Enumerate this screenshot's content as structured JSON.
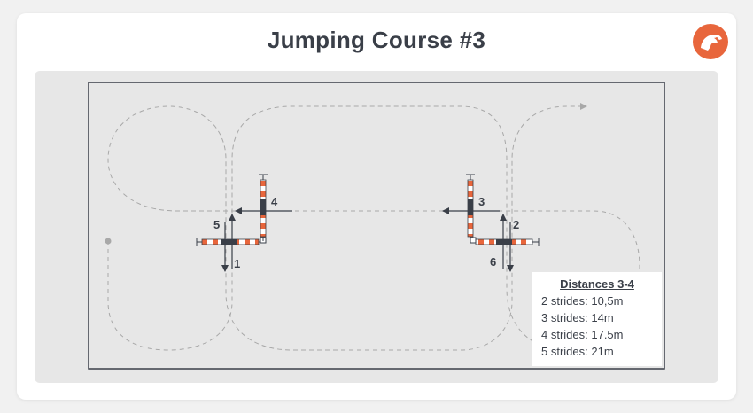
{
  "header": {
    "title": "Jumping Course #3",
    "logo_icon": "horse-head-logo-icon"
  },
  "arena": {
    "jump_labels": [
      "1",
      "2",
      "3",
      "4",
      "5",
      "6"
    ]
  },
  "legend": {
    "title": "Distances 3-4",
    "rows": [
      "2 strides: 10,5m",
      "3 strides: 14m",
      "4 strides: 17.5m",
      "5 strides: 21m"
    ]
  },
  "colors": {
    "accent": "#e8663c",
    "pole_red": "#e8663c",
    "pole_dark": "#3a3f48",
    "route": "#a8a8a8"
  }
}
